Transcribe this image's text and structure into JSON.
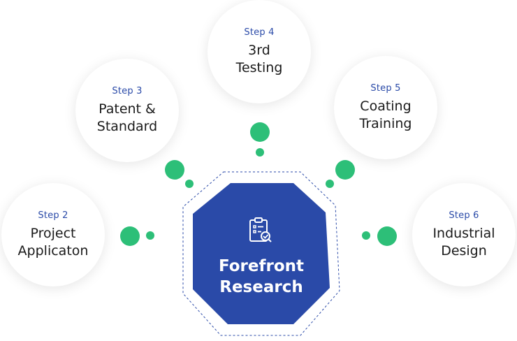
{
  "center": {
    "title": "Forefront\nResearch",
    "icon": "clipboard-check-icon",
    "color": "#2a4aa8"
  },
  "accent_color": "#2dbf78",
  "steps": [
    {
      "label": "Step 2",
      "title": "Project\nApplicaton"
    },
    {
      "label": "Step 3",
      "title": "Patent &\nStandard"
    },
    {
      "label": "Step 4",
      "title": "3rd\nTesting"
    },
    {
      "label": "Step 5",
      "title": "Coating\nTraining"
    },
    {
      "label": "Step 6",
      "title": "Industrial\nDesign"
    }
  ]
}
